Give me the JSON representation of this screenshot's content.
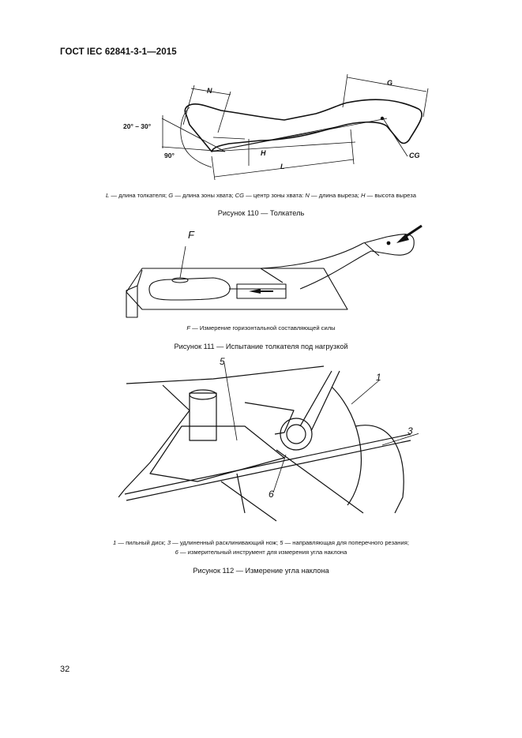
{
  "header": {
    "title": "ГОСТ IEC 62841-3-1—2015"
  },
  "figure110": {
    "labels": {
      "N": "N",
      "G": "G",
      "angle_range": "20° – 30°",
      "angle_90": "90°",
      "H": "H",
      "L": "L",
      "CG": "CG"
    },
    "legend": [
      {
        "sym": "L",
        "text": " — длина толкателя; "
      },
      {
        "sym": "G",
        "text": " — длина зоны хвата; "
      },
      {
        "sym": "CG",
        "text": " — центр зоны хвата: "
      },
      {
        "sym": "N",
        "text": " — длина выреза; "
      },
      {
        "sym": "H",
        "text": " — высота выреза"
      }
    ],
    "caption": "Рисунок 110 — Толкатель"
  },
  "figure111": {
    "labels": {
      "F": "F"
    },
    "legend": {
      "sym": "F",
      "text": " — Измерение горизонтальной составляющей силы"
    },
    "caption": "Рисунок 111 — Испытание толкателя под нагрузкой"
  },
  "figure112": {
    "labels": {
      "n1": "1",
      "n3": "3",
      "n5": "5",
      "n6": "6"
    },
    "legend_line1": [
      {
        "sym": "1",
        "text": " — пильный диск; "
      },
      {
        "sym": "3",
        "text": " — удлиненный расклинивающий нож; "
      },
      {
        "sym": "5",
        "text": " — направляющая для поперечного резания;"
      }
    ],
    "legend_line2": [
      {
        "sym": "6",
        "text": " — измерительный инструмент для измерения угла наклона"
      }
    ],
    "caption": "Рисунок 112 — Измерение угла наклона"
  },
  "page_number": "32"
}
